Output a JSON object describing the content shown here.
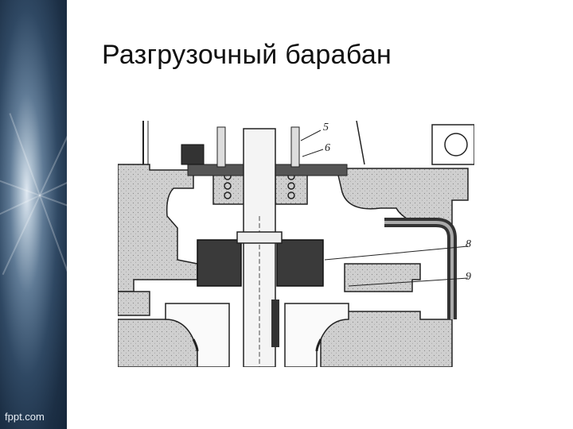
{
  "slide": {
    "title": "Разгрузочный барабан",
    "credit": "fppt.com"
  },
  "diagram": {
    "callouts": [
      "5",
      "6",
      "8",
      "9"
    ]
  },
  "colors": {
    "panel_dark": "#1c2f45",
    "hatch_gray": "#c9c9c9",
    "drum_dark": "#333333",
    "outline": "#222222"
  }
}
